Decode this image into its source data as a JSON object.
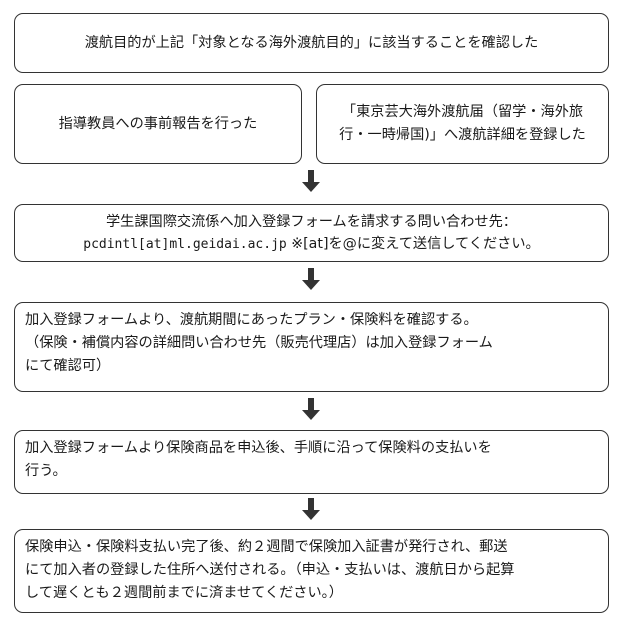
{
  "step1": "渡航目的が上記「対象となる海外渡航目的」に該当することを確認した",
  "step2a": "指導教員への事前報告を行った",
  "step2b": [
    "「東京芸大海外渡航届（留学・海外旅",
    "行・一時帰国)」へ渡航詳細を登録した"
  ],
  "step3": {
    "line1": "学生課国際交流係へ加入登録フォームを請求する問い合わせ先：",
    "email": "pcdintl[at]ml.geidai.ac.jp",
    "note": " ※[at]を@に変えて送信してください。"
  },
  "step4": [
    "加入登録フォームより、渡航期間にあったプラン・保険料を確認する。",
    "（保険・補償内容の詳細問い合わせ先（販売代理店）は加入登録フォーム",
    "にて確認可）"
  ],
  "step5": [
    "加入登録フォームより保険商品を申込後、手順に沿って保険料の支払いを",
    "行う。"
  ],
  "step6": [
    "保険申込・保険料支払い完了後、約２週間で保険加入証書が発行され、郵送",
    "にて加入者の登録した住所へ送付される。（申込・支払いは、渡航日から起算",
    "して遅くとも２週間前までに済ませてください。）"
  ]
}
